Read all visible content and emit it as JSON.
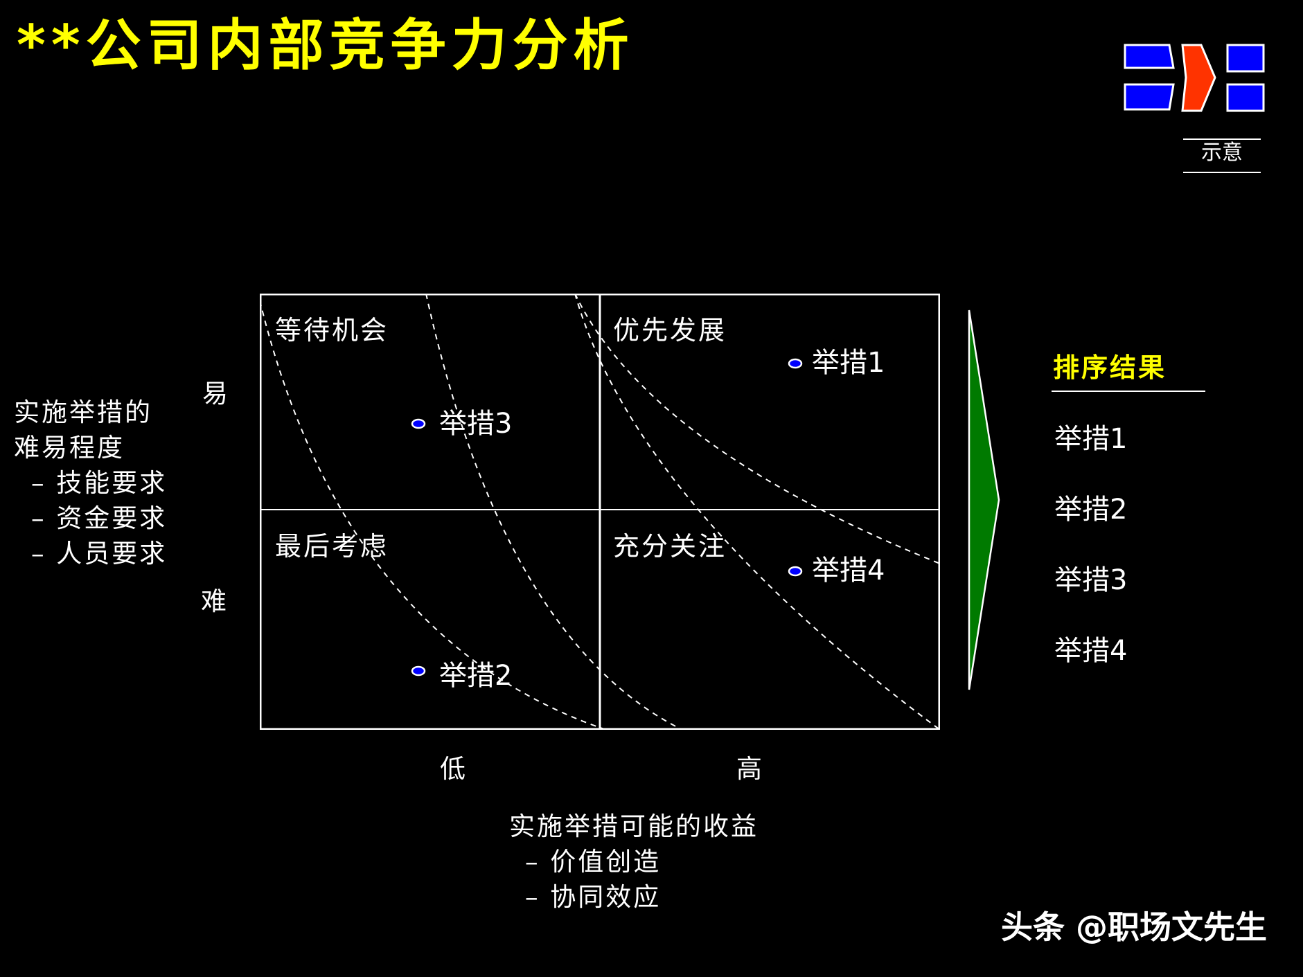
{
  "title": "**公司内部竞争力分析",
  "note": "示意",
  "y_axis": {
    "label_lines": [
      "实施举措的",
      "难易程度"
    ],
    "bullets": [
      "– 技能要求",
      "– 资金要求",
      "– 人员要求"
    ],
    "tick_top": "易",
    "tick_bottom": "难"
  },
  "x_axis": {
    "label": "实施举措可能的收益",
    "bullets": [
      "– 价值创造",
      "– 协同效应"
    ],
    "tick_left": "低",
    "tick_right": "高"
  },
  "quadrants": {
    "top_left": "等待机会",
    "top_right": "优先发展",
    "bottom_left": "最后考虑",
    "bottom_right": "充分关注"
  },
  "points": [
    {
      "label": "举措1",
      "quadrant": "top_right"
    },
    {
      "label": "举措3",
      "quadrant": "top_left"
    },
    {
      "label": "举措4",
      "quadrant": "bottom_right"
    },
    {
      "label": "举措2",
      "quadrant": "bottom_left"
    }
  ],
  "ranking": {
    "title": "排序结果",
    "items": [
      "举措1",
      "举措2",
      "举措3",
      "举措4"
    ]
  },
  "colors": {
    "background": "#000000",
    "title": "#ffff00",
    "logo_blue": "#0000ff",
    "logo_red": "#ff3300",
    "arrow_green": "#007a00",
    "point_blue": "#0000ff"
  },
  "watermark": "头条 @职场文先生"
}
